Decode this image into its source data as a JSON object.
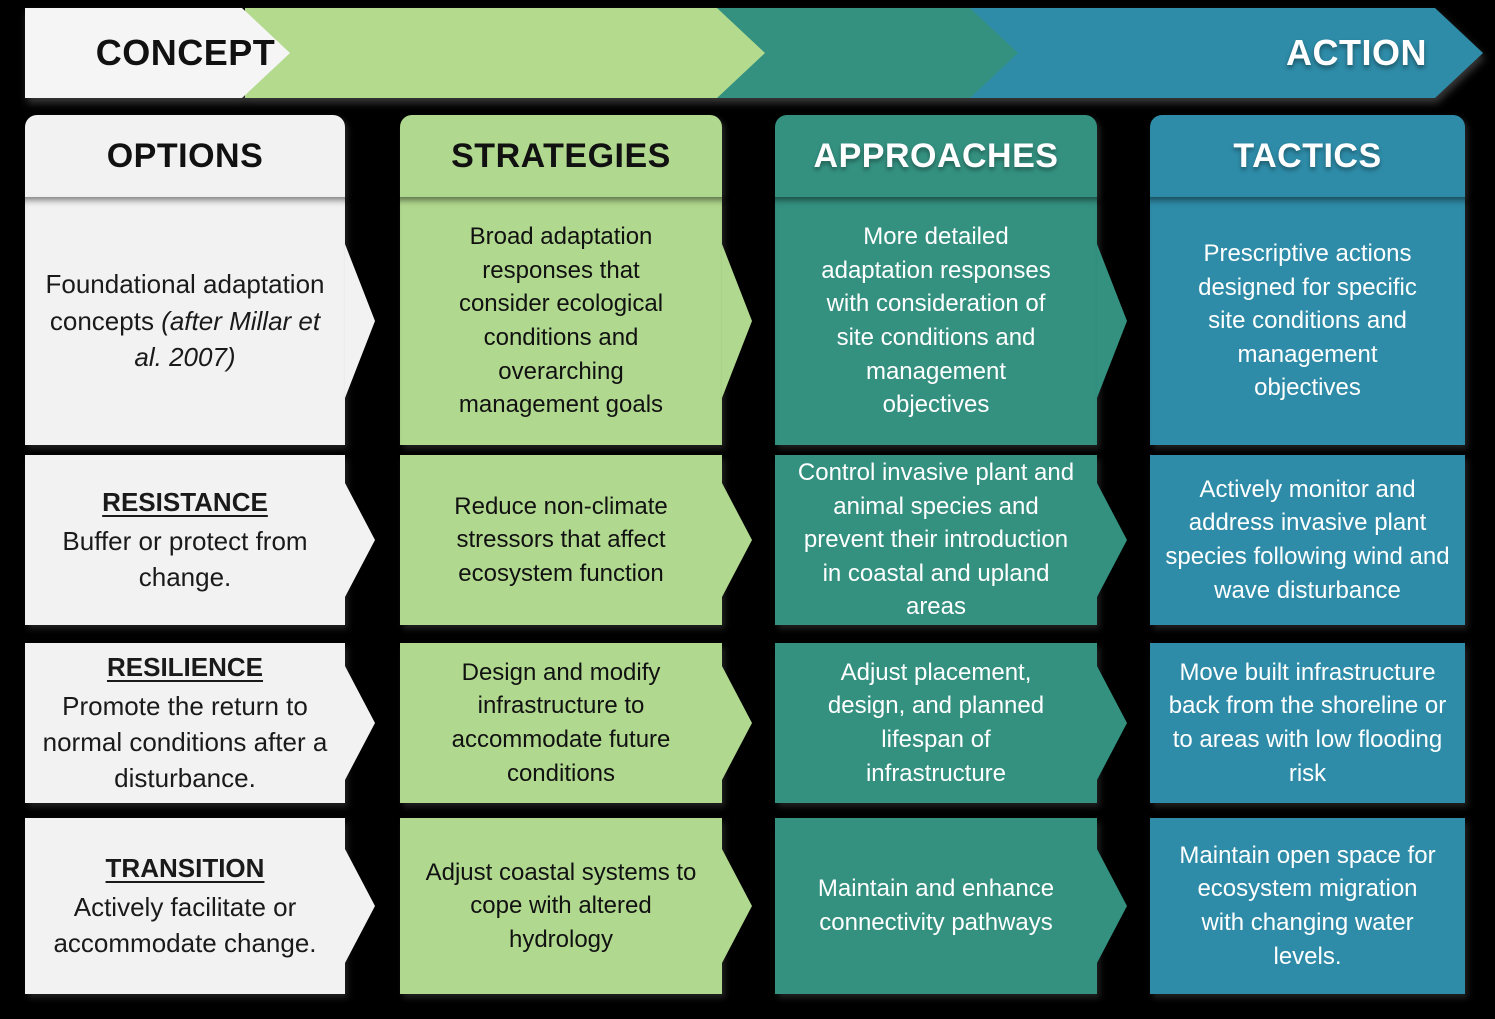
{
  "banner": {
    "concept_label": "CONCEPT",
    "action_label": "ACTION",
    "colors": {
      "stage1": "#f5f5f5",
      "stage2": "#b4da8e",
      "stage3": "#349180",
      "stage4": "#2e8ca8"
    }
  },
  "columns": [
    {
      "header": "OPTIONS",
      "color": "#f2f2f2",
      "cells": [
        {
          "text": "Foundational adaptation concepts",
          "italic_text": "(after Millar et al. 2007)"
        },
        {
          "heading": "RESISTANCE",
          "text": "Buffer or protect from change."
        },
        {
          "heading": "RESILIENCE",
          "text": "Promote the return to normal conditions after a disturbance."
        },
        {
          "heading": "TRANSITION",
          "text": "Actively facilitate or accommodate change."
        }
      ]
    },
    {
      "header": "STRATEGIES",
      "color": "#b0d88e",
      "cells": [
        {
          "text": "Broad adaptation responses that consider ecological conditions and overarching management goals"
        },
        {
          "text": "Reduce non-climate stressors that affect ecosystem function"
        },
        {
          "text": "Design and modify infrastructure to accommodate future conditions"
        },
        {
          "text": "Adjust coastal systems to cope with altered hydrology"
        }
      ]
    },
    {
      "header": "APPROACHES",
      "color": "#349180",
      "cells": [
        {
          "text": "More detailed adaptation responses with consideration of site conditions and management objectives"
        },
        {
          "text": "Control invasive plant and animal species and prevent their introduction in coastal and upland areas"
        },
        {
          "text": "Adjust placement, design, and planned lifespan of infrastructure"
        },
        {
          "text": "Maintain and enhance connectivity pathways"
        }
      ]
    },
    {
      "header": "TACTICS",
      "color": "#2e8ca8",
      "cells": [
        {
          "text": "Prescriptive actions designed for specific site conditions and management objectives"
        },
        {
          "text": "Actively monitor and address invasive plant species following wind and wave disturbance"
        },
        {
          "text": "Move built infrastructure back from the shoreline or to areas with low flooding risk"
        },
        {
          "text": "Maintain open space for ecosystem migration with changing water levels."
        }
      ]
    }
  ]
}
